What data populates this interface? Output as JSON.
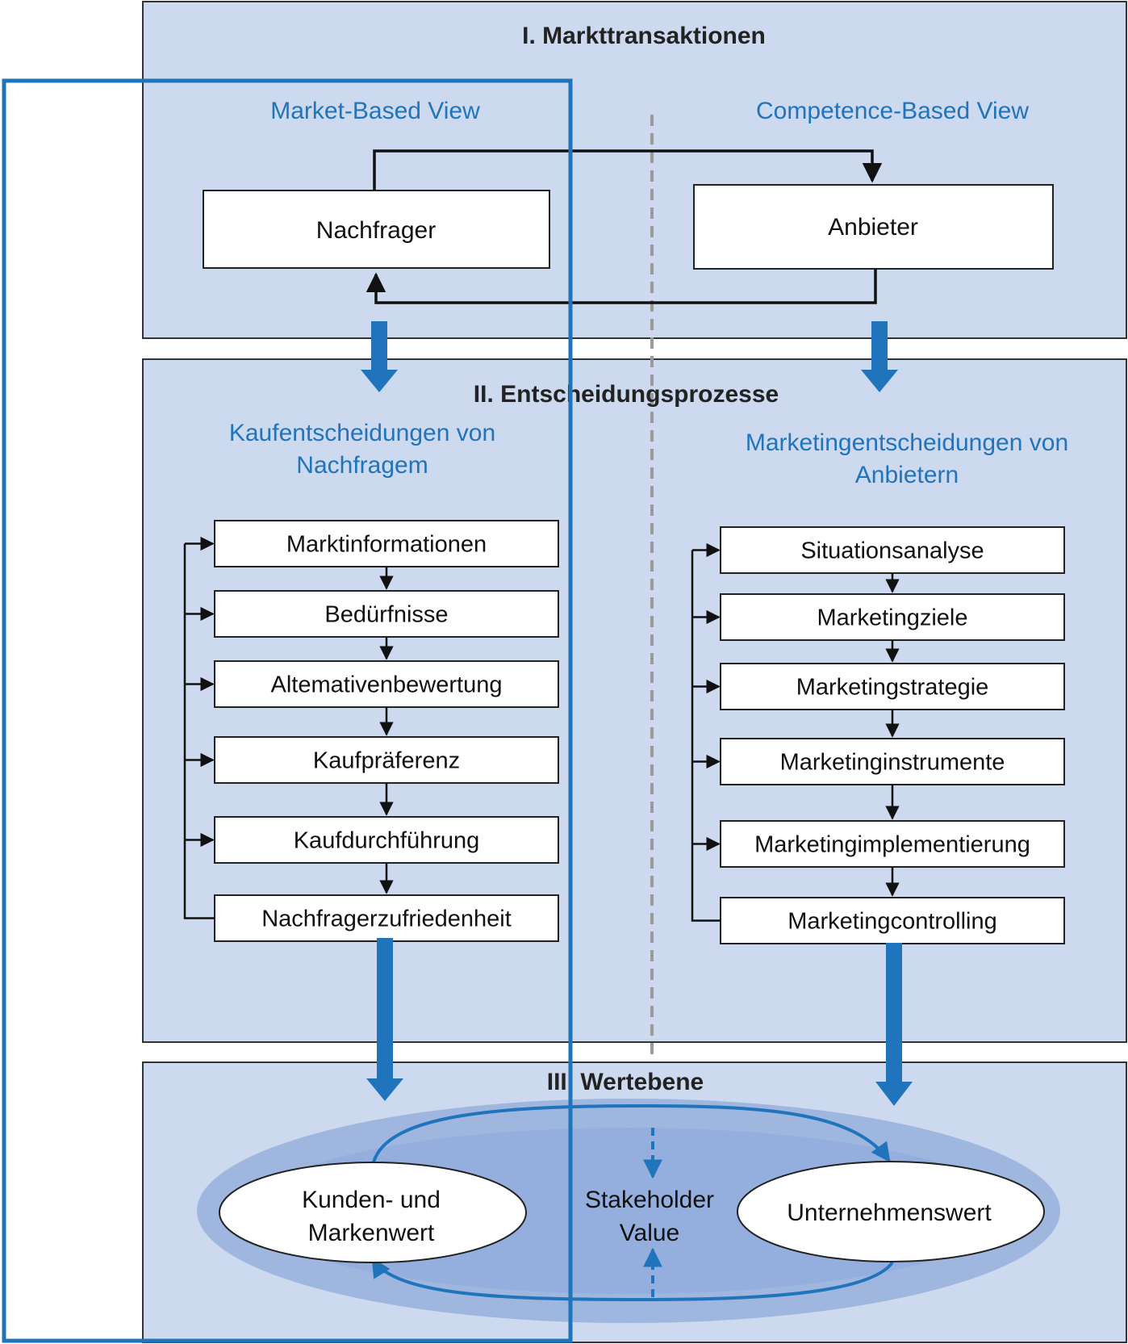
{
  "colors": {
    "panel": "#cdd9ee",
    "panel_border": "#333333",
    "accent_blue": "#1f74bb",
    "ring": "#9fb7df",
    "ring_inner": "#8aa9da",
    "divider": "#9a9a9a",
    "box_border": "#222222"
  },
  "sections": {
    "s1_title": "I. Markttransaktionen",
    "s2_title": "II. Entscheidungsprozesse",
    "s3_title": "III. Wertebene"
  },
  "views": {
    "market_based": "Market-Based View",
    "competence_based": "Competence-Based View"
  },
  "market": {
    "buyer": "Nachfrager",
    "seller": "Anbieter"
  },
  "decisions": {
    "buyer_heading": [
      "Kaufentscheidungen von",
      "Nachfragem"
    ],
    "seller_heading": [
      "Marketingentscheidungen von",
      "Anbietern"
    ],
    "buyer_steps": [
      "Marktinformationen",
      "Bedürfnisse",
      "Altemativenbewertung",
      "Kaufpräferenz",
      "Kaufdurchführung",
      "Nachfragerzufriedenheit"
    ],
    "seller_steps": [
      "Situationsanalyse",
      "Marketingziele",
      "Marketingstrategie",
      "Marketinginstrumente",
      "Marketingimplementierung",
      "Marketingcontrolling"
    ]
  },
  "value": {
    "customer_value": [
      "Kunden- und",
      "Markenwert"
    ],
    "stakeholder_value": [
      "Stakeholder",
      "Value"
    ],
    "company_value": "Unternehmenswert"
  }
}
